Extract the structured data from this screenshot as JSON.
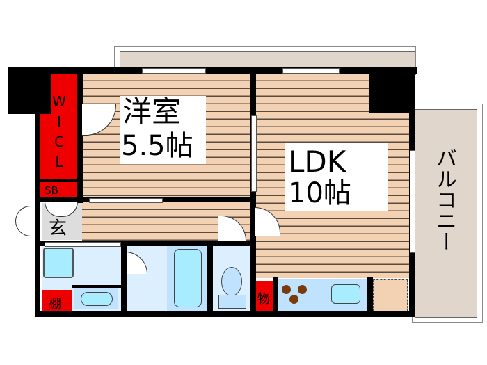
{
  "floorplan": {
    "rooms": {
      "western_room": {
        "name": "洋室",
        "size": "5.5帖"
      },
      "ldk": {
        "name": "LDK",
        "size": "10帖"
      },
      "wic": {
        "letters": [
          "W",
          "I",
          "C",
          "L"
        ]
      },
      "sb": {
        "label": "SB"
      },
      "entrance": {
        "label": "玄"
      },
      "shelf": {
        "label": "棚"
      },
      "storage": {
        "label": "物"
      },
      "balcony": {
        "label": "バルコニー"
      }
    },
    "colors": {
      "floor": "#f3d1b3",
      "floor_lines": "#5a4a40",
      "wall": "#000000",
      "storage_red": "#ee0000",
      "balcony": "#e0d6cc",
      "wet_area": "#dcefff",
      "fixture": "#a8ecff",
      "stove_burner": "#7a3a0a"
    }
  }
}
